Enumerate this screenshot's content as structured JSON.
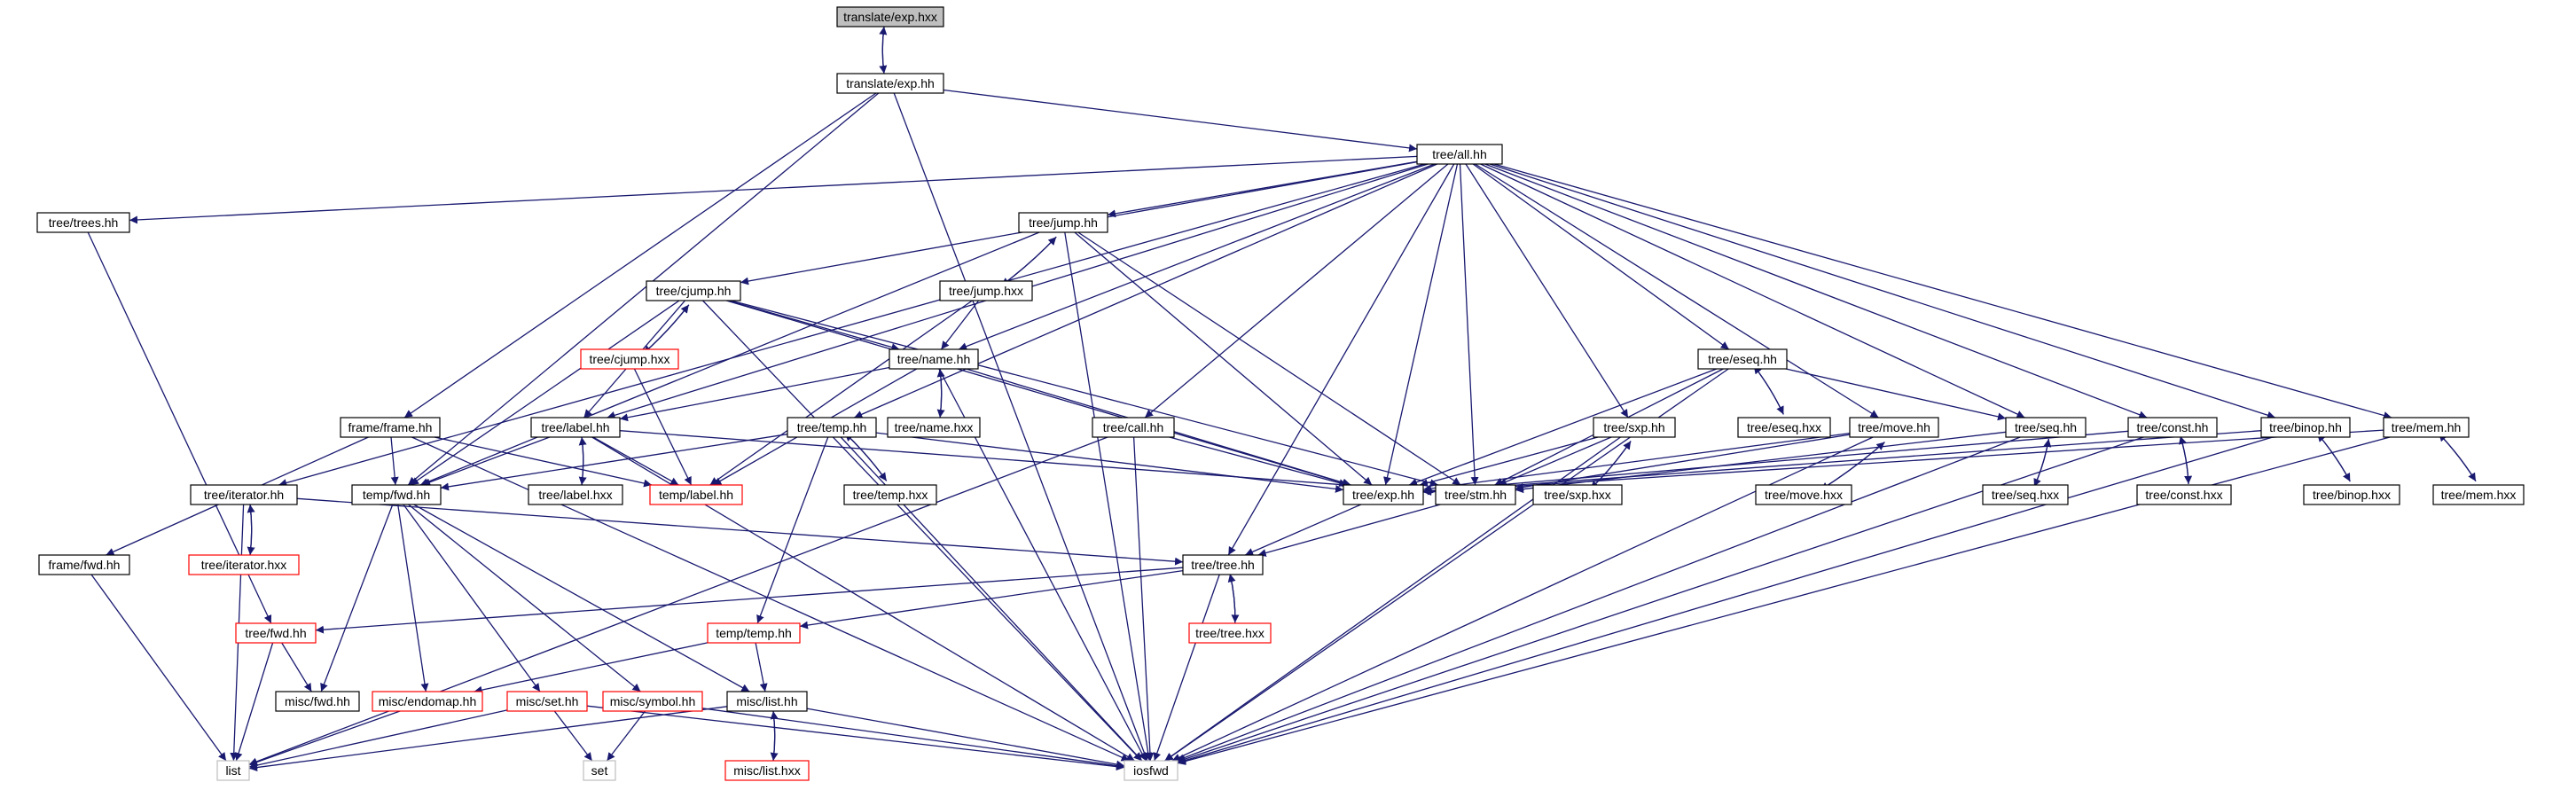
{
  "colors": {
    "edge": "#191970",
    "normal_border": "#000000",
    "incomplete_border": "#ff0000",
    "external_border": "#bfbfbf",
    "root_fill": "#bfbfbf",
    "fill": "#ffffff"
  },
  "nodes": [
    {
      "id": "translate_exp_hxx",
      "label": "translate/exp.hxx",
      "kind": "root"
    },
    {
      "id": "translate_exp_hh",
      "label": "translate/exp.hh",
      "kind": "normal"
    },
    {
      "id": "tree_all_hh",
      "label": "tree/all.hh",
      "kind": "normal"
    },
    {
      "id": "tree_trees_hh",
      "label": "tree/trees.hh",
      "kind": "normal"
    },
    {
      "id": "tree_jump_hh",
      "label": "tree/jump.hh",
      "kind": "normal"
    },
    {
      "id": "tree_jump_hxx",
      "label": "tree/jump.hxx",
      "kind": "normal"
    },
    {
      "id": "tree_cjump_hh",
      "label": "tree/cjump.hh",
      "kind": "normal"
    },
    {
      "id": "tree_cjump_hxx",
      "label": "tree/cjump.hxx",
      "kind": "red"
    },
    {
      "id": "tree_name_hh",
      "label": "tree/name.hh",
      "kind": "normal"
    },
    {
      "id": "tree_name_hxx",
      "label": "tree/name.hxx",
      "kind": "normal"
    },
    {
      "id": "frame_frame_hh",
      "label": "frame/frame.hh",
      "kind": "normal"
    },
    {
      "id": "tree_label_hh",
      "label": "tree/label.hh",
      "kind": "normal"
    },
    {
      "id": "tree_label_hxx",
      "label": "tree/label.hxx",
      "kind": "normal"
    },
    {
      "id": "temp_label_hh",
      "label": "temp/label.hh",
      "kind": "red"
    },
    {
      "id": "tree_temp_hh",
      "label": "tree/temp.hh",
      "kind": "normal"
    },
    {
      "id": "tree_temp_hxx",
      "label": "tree/temp.hxx",
      "kind": "normal"
    },
    {
      "id": "tree_call_hh",
      "label": "tree/call.hh",
      "kind": "normal"
    },
    {
      "id": "tree_eseq_hh",
      "label": "tree/eseq.hh",
      "kind": "normal"
    },
    {
      "id": "tree_eseq_hxx",
      "label": "tree/eseq.hxx",
      "kind": "normal"
    },
    {
      "id": "tree_sxp_hh",
      "label": "tree/sxp.hh",
      "kind": "normal"
    },
    {
      "id": "tree_sxp_hxx",
      "label": "tree/sxp.hxx",
      "kind": "normal"
    },
    {
      "id": "tree_move_hh",
      "label": "tree/move.hh",
      "kind": "normal"
    },
    {
      "id": "tree_move_hxx",
      "label": "tree/move.hxx",
      "kind": "normal"
    },
    {
      "id": "tree_seq_hh",
      "label": "tree/seq.hh",
      "kind": "normal"
    },
    {
      "id": "tree_seq_hxx",
      "label": "tree/seq.hxx",
      "kind": "normal"
    },
    {
      "id": "tree_const_hh",
      "label": "tree/const.hh",
      "kind": "normal"
    },
    {
      "id": "tree_const_hxx",
      "label": "tree/const.hxx",
      "kind": "normal"
    },
    {
      "id": "tree_binop_hh",
      "label": "tree/binop.hh",
      "kind": "normal"
    },
    {
      "id": "tree_binop_hxx",
      "label": "tree/binop.hxx",
      "kind": "normal"
    },
    {
      "id": "tree_mem_hh",
      "label": "tree/mem.hh",
      "kind": "normal"
    },
    {
      "id": "tree_mem_hxx",
      "label": "tree/mem.hxx",
      "kind": "normal"
    },
    {
      "id": "tree_exp_hh",
      "label": "tree/exp.hh",
      "kind": "normal"
    },
    {
      "id": "tree_stm_hh",
      "label": "tree/stm.hh",
      "kind": "normal"
    },
    {
      "id": "tree_iterator_hh",
      "label": "tree/iterator.hh",
      "kind": "normal"
    },
    {
      "id": "tree_iterator_hxx",
      "label": "tree/iterator.hxx",
      "kind": "red"
    },
    {
      "id": "temp_fwd_hh",
      "label": "temp/fwd.hh",
      "kind": "normal"
    },
    {
      "id": "frame_fwd_hh",
      "label": "frame/fwd.hh",
      "kind": "normal"
    },
    {
      "id": "tree_tree_hh",
      "label": "tree/tree.hh",
      "kind": "normal"
    },
    {
      "id": "tree_tree_hxx",
      "label": "tree/tree.hxx",
      "kind": "red"
    },
    {
      "id": "tree_fwd_hh",
      "label": "tree/fwd.hh",
      "kind": "red"
    },
    {
      "id": "temp_temp_hh",
      "label": "temp/temp.hh",
      "kind": "red"
    },
    {
      "id": "misc_fwd_hh",
      "label": "misc/fwd.hh",
      "kind": "normal"
    },
    {
      "id": "misc_endomap_hh",
      "label": "misc/endomap.hh",
      "kind": "red"
    },
    {
      "id": "misc_set_hh",
      "label": "misc/set.hh",
      "kind": "red"
    },
    {
      "id": "misc_symbol_hh",
      "label": "misc/symbol.hh",
      "kind": "red"
    },
    {
      "id": "misc_list_hh",
      "label": "misc/list.hh",
      "kind": "normal"
    },
    {
      "id": "misc_list_hxx",
      "label": "misc/list.hxx",
      "kind": "red"
    },
    {
      "id": "list",
      "label": "list",
      "kind": "external"
    },
    {
      "id": "set",
      "label": "set",
      "kind": "external"
    },
    {
      "id": "iosfwd",
      "label": "iosfwd",
      "kind": "external"
    }
  ],
  "edges": [
    [
      "translate_exp_hxx",
      "translate_exp_hh"
    ],
    [
      "translate_exp_hh",
      "translate_exp_hxx"
    ],
    [
      "translate_exp_hh",
      "tree_all_hh"
    ],
    [
      "translate_exp_hh",
      "frame_frame_hh"
    ],
    [
      "translate_exp_hh",
      "temp_fwd_hh"
    ],
    [
      "translate_exp_hh",
      "iosfwd"
    ],
    [
      "tree_all_hh",
      "tree_trees_hh"
    ],
    [
      "tree_all_hh",
      "tree_iterator_hh"
    ],
    [
      "tree_all_hh",
      "tree_cjump_hh"
    ],
    [
      "tree_all_hh",
      "tree_label_hh"
    ],
    [
      "tree_all_hh",
      "tree_jump_hh"
    ],
    [
      "tree_all_hh",
      "tree_name_hh"
    ],
    [
      "tree_all_hh",
      "tree_temp_hh"
    ],
    [
      "tree_all_hh",
      "tree_call_hh"
    ],
    [
      "tree_all_hh",
      "tree_exp_hh"
    ],
    [
      "tree_all_hh",
      "tree_stm_hh"
    ],
    [
      "tree_all_hh",
      "tree_sxp_hh"
    ],
    [
      "tree_all_hh",
      "tree_eseq_hh"
    ],
    [
      "tree_all_hh",
      "tree_move_hh"
    ],
    [
      "tree_all_hh",
      "tree_seq_hh"
    ],
    [
      "tree_all_hh",
      "tree_const_hh"
    ],
    [
      "tree_all_hh",
      "tree_binop_hh"
    ],
    [
      "tree_all_hh",
      "tree_mem_hh"
    ],
    [
      "tree_all_hh",
      "tree_tree_hh"
    ],
    [
      "tree_trees_hh",
      "tree_fwd_hh"
    ],
    [
      "tree_jump_hh",
      "tree_jump_hxx"
    ],
    [
      "tree_jump_hxx",
      "tree_jump_hh"
    ],
    [
      "tree_jump_hh",
      "temp_fwd_hh"
    ],
    [
      "tree_jump_hh",
      "tree_exp_hh"
    ],
    [
      "tree_jump_hh",
      "tree_stm_hh"
    ],
    [
      "tree_jump_hh",
      "iosfwd"
    ],
    [
      "tree_jump_hxx",
      "tree_name_hh"
    ],
    [
      "tree_jump_hxx",
      "temp_label_hh"
    ],
    [
      "tree_cjump_hh",
      "tree_cjump_hxx"
    ],
    [
      "tree_cjump_hxx",
      "tree_cjump_hh"
    ],
    [
      "tree_cjump_hh",
      "tree_name_hh"
    ],
    [
      "tree_cjump_hh",
      "tree_label_hh"
    ],
    [
      "tree_cjump_hh",
      "temp_fwd_hh"
    ],
    [
      "tree_cjump_hh",
      "tree_exp_hh"
    ],
    [
      "tree_cjump_hh",
      "tree_stm_hh"
    ],
    [
      "tree_cjump_hh",
      "iosfwd"
    ],
    [
      "tree_cjump_hxx",
      "temp_label_hh"
    ],
    [
      "tree_name_hh",
      "tree_name_hxx"
    ],
    [
      "tree_name_hxx",
      "tree_name_hh"
    ],
    [
      "tree_name_hh",
      "tree_label_hh"
    ],
    [
      "tree_name_hh",
      "temp_label_hh"
    ],
    [
      "tree_name_hh",
      "tree_exp_hh"
    ],
    [
      "tree_name_hh",
      "iosfwd"
    ],
    [
      "tree_label_hh",
      "tree_label_hxx"
    ],
    [
      "tree_label_hxx",
      "tree_label_hh"
    ],
    [
      "tree_label_hh",
      "temp_label_hh"
    ],
    [
      "tree_label_hh",
      "temp_fwd_hh"
    ],
    [
      "tree_label_hh",
      "tree_stm_hh"
    ],
    [
      "tree_label_hh",
      "iosfwd"
    ],
    [
      "frame_frame_hh",
      "frame_fwd_hh"
    ],
    [
      "frame_frame_hh",
      "temp_fwd_hh"
    ],
    [
      "frame_frame_hh",
      "temp_label_hh"
    ],
    [
      "frame_frame_hh",
      "iosfwd"
    ],
    [
      "tree_temp_hh",
      "tree_temp_hxx"
    ],
    [
      "tree_temp_hxx",
      "tree_temp_hh"
    ],
    [
      "tree_temp_hh",
      "temp_fwd_hh"
    ],
    [
      "tree_temp_hh",
      "tree_exp_hh"
    ],
    [
      "tree_temp_hh",
      "temp_temp_hh"
    ],
    [
      "tree_temp_hh",
      "iosfwd"
    ],
    [
      "tree_call_hh",
      "tree_exp_hh"
    ],
    [
      "tree_call_hh",
      "list"
    ],
    [
      "tree_call_hh",
      "iosfwd"
    ],
    [
      "tree_eseq_hh",
      "tree_eseq_hxx"
    ],
    [
      "tree_eseq_hxx",
      "tree_eseq_hh"
    ],
    [
      "tree_eseq_hh",
      "tree_exp_hh"
    ],
    [
      "tree_eseq_hh",
      "tree_stm_hh"
    ],
    [
      "tree_eseq_hh",
      "tree_seq_hh"
    ],
    [
      "tree_eseq_hh",
      "iosfwd"
    ],
    [
      "tree_sxp_hh",
      "tree_sxp_hxx"
    ],
    [
      "tree_sxp_hxx",
      "tree_sxp_hh"
    ],
    [
      "tree_sxp_hh",
      "tree_exp_hh"
    ],
    [
      "tree_sxp_hh",
      "tree_stm_hh"
    ],
    [
      "tree_sxp_hh",
      "iosfwd"
    ],
    [
      "tree_move_hh",
      "tree_move_hxx"
    ],
    [
      "tree_move_hxx",
      "tree_move_hh"
    ],
    [
      "tree_move_hh",
      "tree_exp_hh"
    ],
    [
      "tree_move_hh",
      "tree_stm_hh"
    ],
    [
      "tree_move_hh",
      "iosfwd"
    ],
    [
      "tree_seq_hh",
      "tree_seq_hxx"
    ],
    [
      "tree_seq_hxx",
      "tree_seq_hh"
    ],
    [
      "tree_seq_hh",
      "tree_stm_hh"
    ],
    [
      "tree_seq_hh",
      "iosfwd"
    ],
    [
      "tree_const_hh",
      "tree_const_hxx"
    ],
    [
      "tree_const_hxx",
      "tree_const_hh"
    ],
    [
      "tree_const_hh",
      "tree_exp_hh"
    ],
    [
      "tree_const_hh",
      "iosfwd"
    ],
    [
      "tree_binop_hh",
      "tree_binop_hxx"
    ],
    [
      "tree_binop_hxx",
      "tree_binop_hh"
    ],
    [
      "tree_binop_hh",
      "tree_exp_hh"
    ],
    [
      "tree_binop_hh",
      "iosfwd"
    ],
    [
      "tree_mem_hh",
      "tree_mem_hxx"
    ],
    [
      "tree_mem_hxx",
      "tree_mem_hh"
    ],
    [
      "tree_mem_hh",
      "tree_exp_hh"
    ],
    [
      "tree_mem_hh",
      "iosfwd"
    ],
    [
      "tree_exp_hh",
      "tree_tree_hh"
    ],
    [
      "tree_stm_hh",
      "tree_tree_hh"
    ],
    [
      "tree_iterator_hh",
      "tree_iterator_hxx"
    ],
    [
      "tree_iterator_hxx",
      "tree_iterator_hh"
    ],
    [
      "tree_iterator_hh",
      "tree_tree_hh"
    ],
    [
      "tree_iterator_hh",
      "list"
    ],
    [
      "temp_fwd_hh",
      "misc_endomap_hh"
    ],
    [
      "temp_fwd_hh",
      "misc_set_hh"
    ],
    [
      "temp_fwd_hh",
      "misc_symbol_hh"
    ],
    [
      "temp_fwd_hh",
      "misc_list_hh"
    ],
    [
      "temp_fwd_hh",
      "misc_fwd_hh"
    ],
    [
      "frame_fwd_hh",
      "list"
    ],
    [
      "tree_tree_hh",
      "tree_tree_hxx"
    ],
    [
      "tree_tree_hxx",
      "tree_tree_hh"
    ],
    [
      "tree_tree_hh",
      "tree_fwd_hh"
    ],
    [
      "tree_tree_hh",
      "temp_temp_hh"
    ],
    [
      "tree_tree_hh",
      "iosfwd"
    ],
    [
      "tree_fwd_hh",
      "misc_fwd_hh"
    ],
    [
      "tree_fwd_hh",
      "list"
    ],
    [
      "temp_temp_hh",
      "misc_endomap_hh"
    ],
    [
      "temp_temp_hh",
      "misc_list_hh"
    ],
    [
      "misc_endomap_hh",
      "list"
    ],
    [
      "misc_set_hh",
      "list"
    ],
    [
      "misc_set_hh",
      "set"
    ],
    [
      "misc_set_hh",
      "iosfwd"
    ],
    [
      "misc_symbol_hh",
      "set"
    ],
    [
      "misc_symbol_hh",
      "iosfwd"
    ],
    [
      "misc_list_hh",
      "misc_list_hxx"
    ],
    [
      "misc_list_hxx",
      "misc_list_hh"
    ],
    [
      "misc_list_hh",
      "list"
    ],
    [
      "misc_list_hh",
      "iosfwd"
    ]
  ]
}
